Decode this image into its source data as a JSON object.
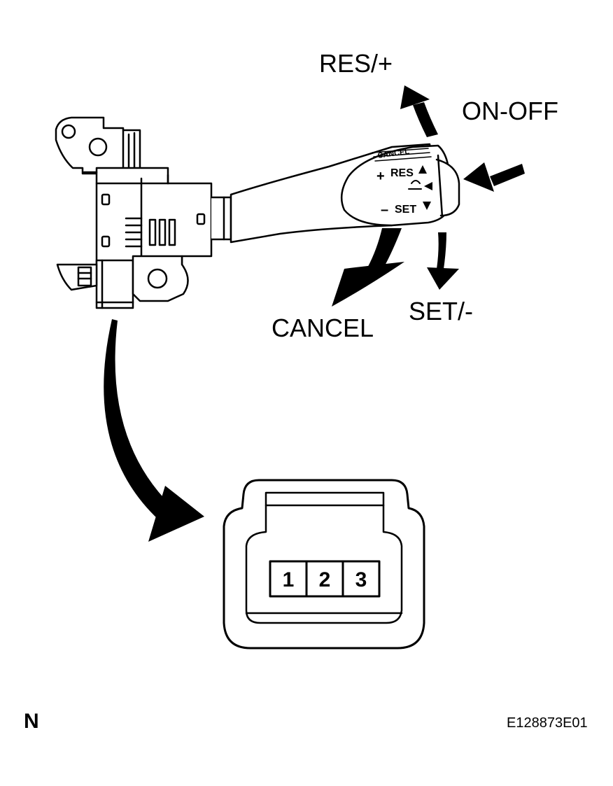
{
  "labels": {
    "res": "RES/+",
    "on_off": "ON-OFF",
    "cancel": "CANCEL",
    "set": "SET/-"
  },
  "stalk_markings": {
    "top": "CANCEL",
    "res": "RES",
    "plus": "+",
    "set": "SET",
    "minus": "–"
  },
  "connector": {
    "pins": [
      "1",
      "2",
      "3"
    ]
  },
  "footer": {
    "left_mark": "N",
    "figure_id": "E128873E01"
  },
  "colors": {
    "ink": "#000000",
    "paper": "#ffffff"
  }
}
